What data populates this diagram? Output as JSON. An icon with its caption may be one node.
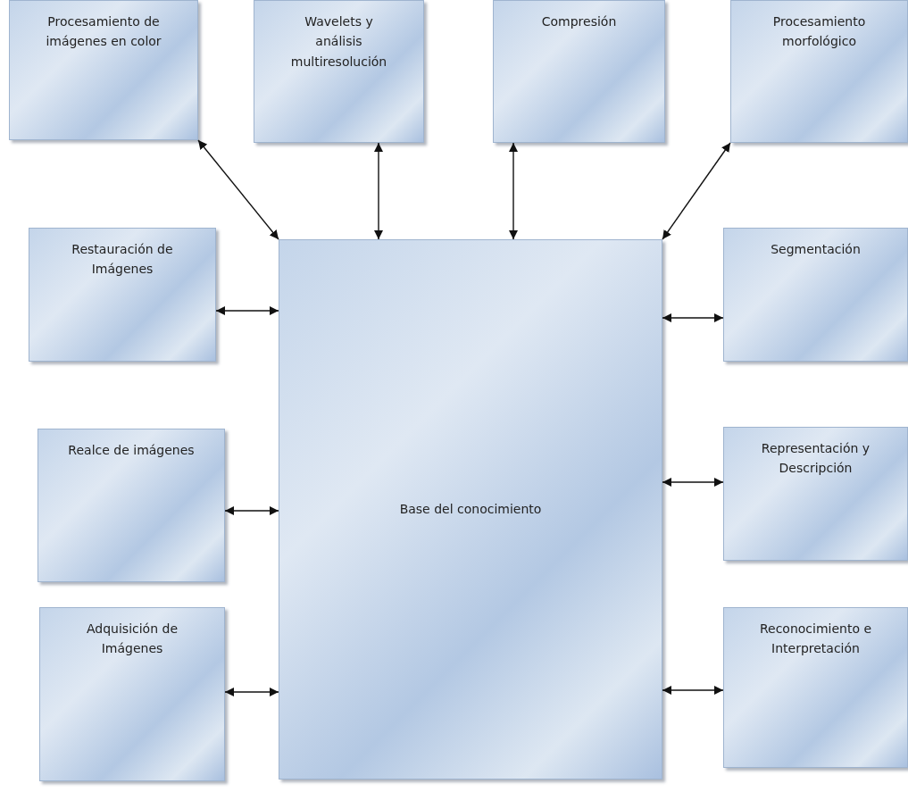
{
  "diagram": {
    "nodes": [
      {
        "text": [
          "Procesamiento de imágenes en color"
        ]
      },
      {
        "text": [
          "Wavelets y análisis multiresolución"
        ]
      },
      {
        "text": [
          "Compresión"
        ]
      },
      {
        "text": [
          "Procesamiento morfológico"
        ]
      },
      {
        "text": [
          "Restauración de Imágenes"
        ]
      },
      {
        "text": [
          "Base del conocimiento"
        ]
      },
      {
        "text": [
          "Segmentación"
        ]
      },
      {
        "text": [
          "Realce de imágenes"
        ]
      },
      {
        "text": [
          "Representación y Descripción"
        ]
      },
      {
        "text": [
          "Adquisición de Imágenes"
        ]
      },
      {
        "text": [
          "Reconocimiento e Interpretación"
        ]
      }
    ],
    "edges": [
      {
        "from": 0,
        "to": 5,
        "arrow": "both"
      },
      {
        "from": 1,
        "to": 5,
        "arrow": "both"
      },
      {
        "from": 2,
        "to": 5,
        "arrow": "both"
      },
      {
        "from": 3,
        "to": 5,
        "arrow": "both"
      },
      {
        "from": 4,
        "to": 5,
        "arrow": "both"
      },
      {
        "from": 6,
        "to": 5,
        "arrow": "both"
      },
      {
        "from": 7,
        "to": 5,
        "arrow": "both"
      },
      {
        "from": 8,
        "to": 5,
        "arrow": "both"
      },
      {
        "from": 9,
        "to": 5,
        "arrow": "both"
      },
      {
        "from": 10,
        "to": 5,
        "arrow": "both"
      }
    ]
  }
}
